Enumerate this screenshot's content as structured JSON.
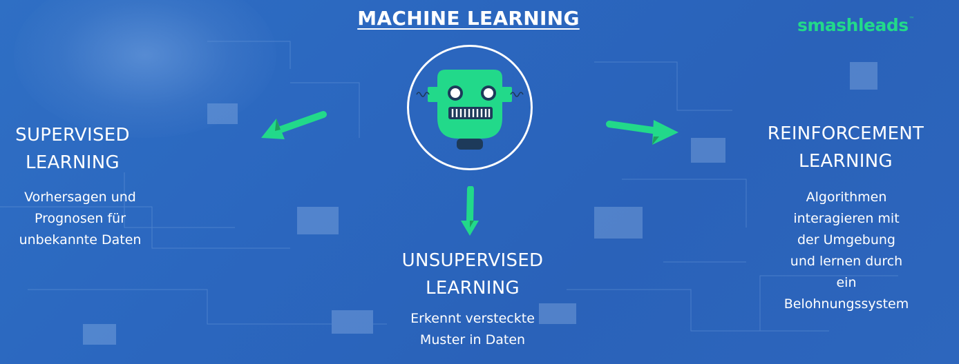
{
  "title": "MACHINE LEARNING",
  "logo": {
    "text": "smashleads",
    "trademark": "™",
    "color": "#22d98a"
  },
  "colors": {
    "background": "#2b67bf",
    "accent_green": "#22d98a",
    "text": "#ffffff"
  },
  "center": {
    "icon": "robot-icon"
  },
  "arrows": [
    {
      "name": "arrow-to-supervised",
      "direction": "left"
    },
    {
      "name": "arrow-to-unsupervised",
      "direction": "down"
    },
    {
      "name": "arrow-to-reinforcement",
      "direction": "right"
    }
  ],
  "supervised": {
    "title_lines": [
      "SUPERVISED",
      "LEARNING"
    ],
    "desc_lines": [
      "Vorhersagen und",
      "Prognosen für",
      "unbekannte Daten"
    ]
  },
  "unsupervised": {
    "title_lines": [
      "UNSUPERVISED",
      "LEARNING"
    ],
    "desc_lines": [
      "Erkennt versteckte",
      "Muster in Daten"
    ]
  },
  "reinforcement": {
    "title_lines": [
      "REINFORCEMENT",
      "LEARNING"
    ],
    "desc_lines": [
      "Algorithmen",
      "interagieren mit",
      "der Umgebung",
      "und lernen durch",
      "ein",
      "Belohnungssystem"
    ]
  }
}
